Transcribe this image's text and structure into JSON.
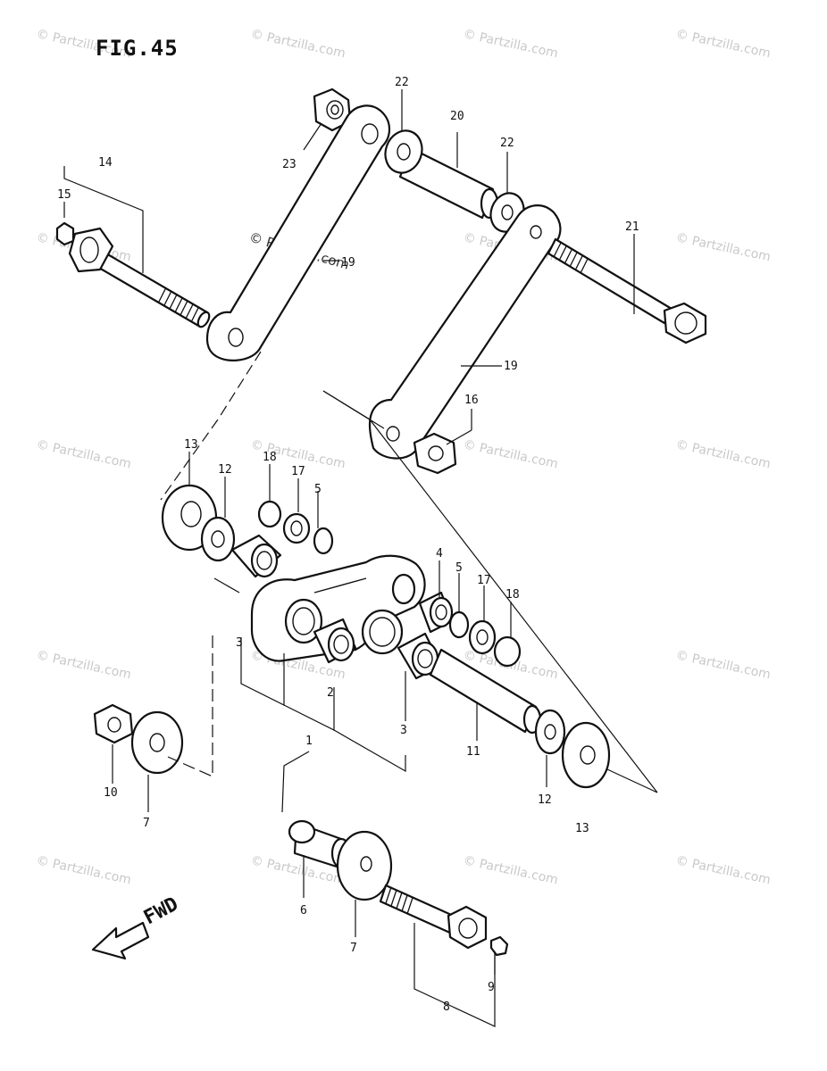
{
  "figure": {
    "title": "FIG.45",
    "direction_label": "FWD"
  },
  "watermark": {
    "text": "© Partzilla.com"
  },
  "callouts": {
    "c1": "1",
    "c2": "2",
    "c3a": "3",
    "c3b": "3",
    "c4": "4",
    "c5a": "5",
    "c5b": "5",
    "c6": "6",
    "c7a": "7",
    "c7b": "7",
    "c8": "8",
    "c9": "9",
    "c10": "10",
    "c11": "11",
    "c12a": "12",
    "c12b": "12",
    "c13a": "13",
    "c13b": "13",
    "c14": "14",
    "c15": "15",
    "c16": "16",
    "c17a": "17",
    "c17b": "17",
    "c18a": "18",
    "c18b": "18",
    "c19a": "19",
    "c19b": "19",
    "c20": "20",
    "c21": "21",
    "c22a": "22",
    "c22b": "22",
    "c23": "23"
  },
  "colors": {
    "line": "#111111",
    "watermark": "#c9c9c9"
  }
}
